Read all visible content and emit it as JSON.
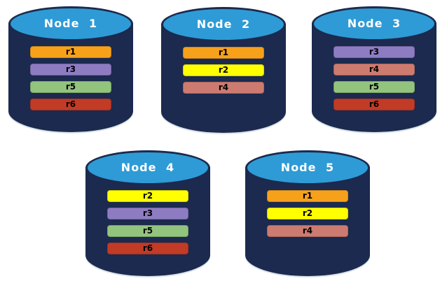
{
  "diagram": {
    "description": "Replica placement across five database nodes",
    "background_color": "#ffffff",
    "cylinder": {
      "body_color": "#1b2a4e",
      "top_color": "#2e9bd6",
      "outline_color": "#1b2a4e",
      "title_text_color": "#ffffff"
    }
  },
  "replica_colors": {
    "r1": "#f7a11b",
    "r2": "#ffff00",
    "r3": "#8e7cc3",
    "r4": "#cd7b70",
    "r5": "#93c47e",
    "r6": "#c23b26"
  },
  "nodes": [
    {
      "title": "Node 1",
      "segments": [
        {
          "label": "r1",
          "color": "#f7a11b"
        },
        {
          "label": "r3",
          "color": "#8e7cc3"
        },
        {
          "label": "r5",
          "color": "#93c47e"
        },
        {
          "label": "r6",
          "color": "#c23b26"
        }
      ]
    },
    {
      "title": "Node 2",
      "segments": [
        {
          "label": "r1",
          "color": "#f7a11b"
        },
        {
          "label": "r2",
          "color": "#ffff00"
        },
        {
          "label": "r4",
          "color": "#cd7b70"
        }
      ]
    },
    {
      "title": "Node 3",
      "segments": [
        {
          "label": "r3",
          "color": "#8e7cc3"
        },
        {
          "label": "r4",
          "color": "#cd7b70"
        },
        {
          "label": "r5",
          "color": "#93c47e"
        },
        {
          "label": "r6",
          "color": "#c23b26"
        }
      ]
    },
    {
      "title": "Node 4",
      "segments": [
        {
          "label": "r2",
          "color": "#ffff00"
        },
        {
          "label": "r3",
          "color": "#8e7cc3"
        },
        {
          "label": "r5",
          "color": "#93c47e"
        },
        {
          "label": "r6",
          "color": "#c23b26"
        }
      ]
    },
    {
      "title": "Node 5",
      "segments": [
        {
          "label": "r1",
          "color": "#f7a11b"
        },
        {
          "label": "r2",
          "color": "#ffff00"
        },
        {
          "label": "r4",
          "color": "#cd7b70"
        }
      ]
    }
  ]
}
